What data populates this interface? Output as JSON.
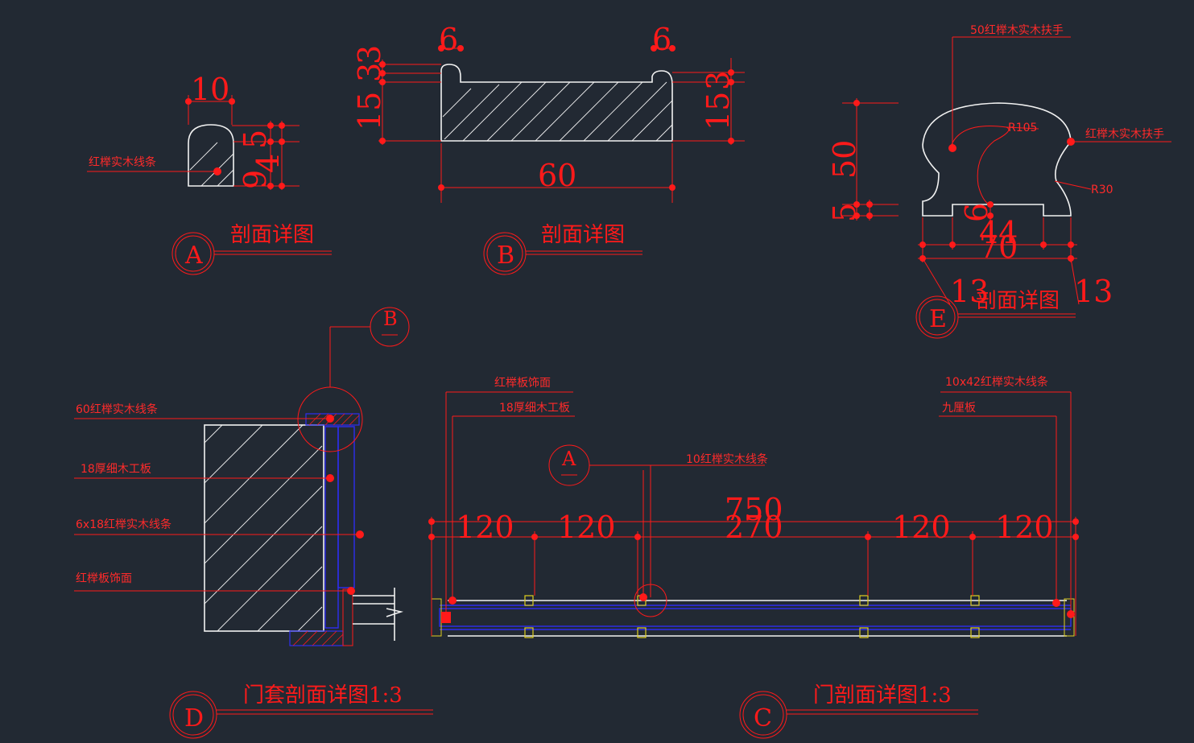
{
  "colors": {
    "background": "#222933",
    "annotation": "#ff1a1a",
    "outline": "#f2f2f2",
    "board": "#2e2ef0",
    "hatch_yellow": "#e0d020"
  },
  "panels": {
    "A": {
      "tag": "A",
      "title": "剖面详图",
      "note": "红榉实木线条",
      "dims": {
        "width": "10",
        "d1": "9",
        "d2": "4",
        "d3": "5"
      }
    },
    "B": {
      "tag": "B",
      "title": "剖面详图",
      "dims": {
        "left_top": "6",
        "right_top": "6",
        "left_a": "3",
        "left_b": "3",
        "left_c": "15",
        "right_a": "3",
        "right_c": "15",
        "width": "60"
      }
    },
    "E": {
      "tag": "E",
      "title": "剖面详图",
      "notes": {
        "top": "50红榉木实木扶手",
        "side": "红榉木实木扶手",
        "r1": "R105",
        "r2": "R30"
      },
      "dims": {
        "height": "50",
        "base": "5",
        "inner": "6",
        "w1": "44",
        "w2": "70",
        "left": "13",
        "right": "13"
      }
    },
    "D": {
      "tag": "D",
      "ref_tag": "B",
      "title": "门套剖面详图1:3",
      "notes": [
        "60红榉实木线条",
        "18厚细木工板",
        "6x18红榉实木线条",
        "红榉板饰面"
      ]
    },
    "C": {
      "tag": "C",
      "ref_tag": "A",
      "title": "门剖面详图1:3",
      "notes": {
        "face": "红榉板饰面",
        "board": "18厚细木工板",
        "strip10": "10红榉实木线条",
        "strip10x42": "10x42红榉实木线条",
        "plywood": "九厘板"
      },
      "dims": {
        "overall": "750",
        "segments": [
          "120",
          "120",
          "270",
          "120",
          "120"
        ]
      }
    }
  }
}
